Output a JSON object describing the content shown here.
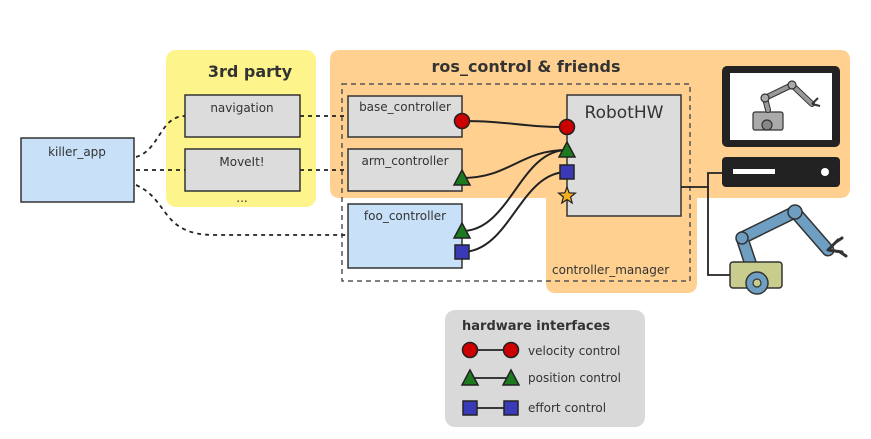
{
  "third_party": {
    "title": "3rd party",
    "navigation": "navigation",
    "moveit": "MoveIt!",
    "ellipsis": "..."
  },
  "ros_control": {
    "title": "ros_control & friends",
    "base_controller": "base_controller",
    "arm_controller": "arm_controller",
    "foo_controller": "foo_controller",
    "robot_hw": "RobotHW",
    "controller_manager": "controller_manager"
  },
  "killer_app": "killer_app",
  "legend": {
    "title": "hardware interfaces",
    "velocity": "velocity control",
    "position": "position control",
    "effort": "effort control"
  },
  "colors": {
    "third_party_bg": "#fdf58c",
    "ros_control_bg": "#ffd08f",
    "box_grey": "#dcdcdc",
    "box_blue": "#c8e0f8",
    "velocity": "#cc0000",
    "position": "#1e7a1e",
    "effort": "#3a3ab8",
    "star": "#f0b020",
    "legend_bg": "#d9d9d9",
    "robot_arm": "#6e9ec2",
    "robot_base": "#c8cc8c"
  },
  "icons": [
    "monitor-robot-icon",
    "robot-arm-icon",
    "star-icon"
  ]
}
